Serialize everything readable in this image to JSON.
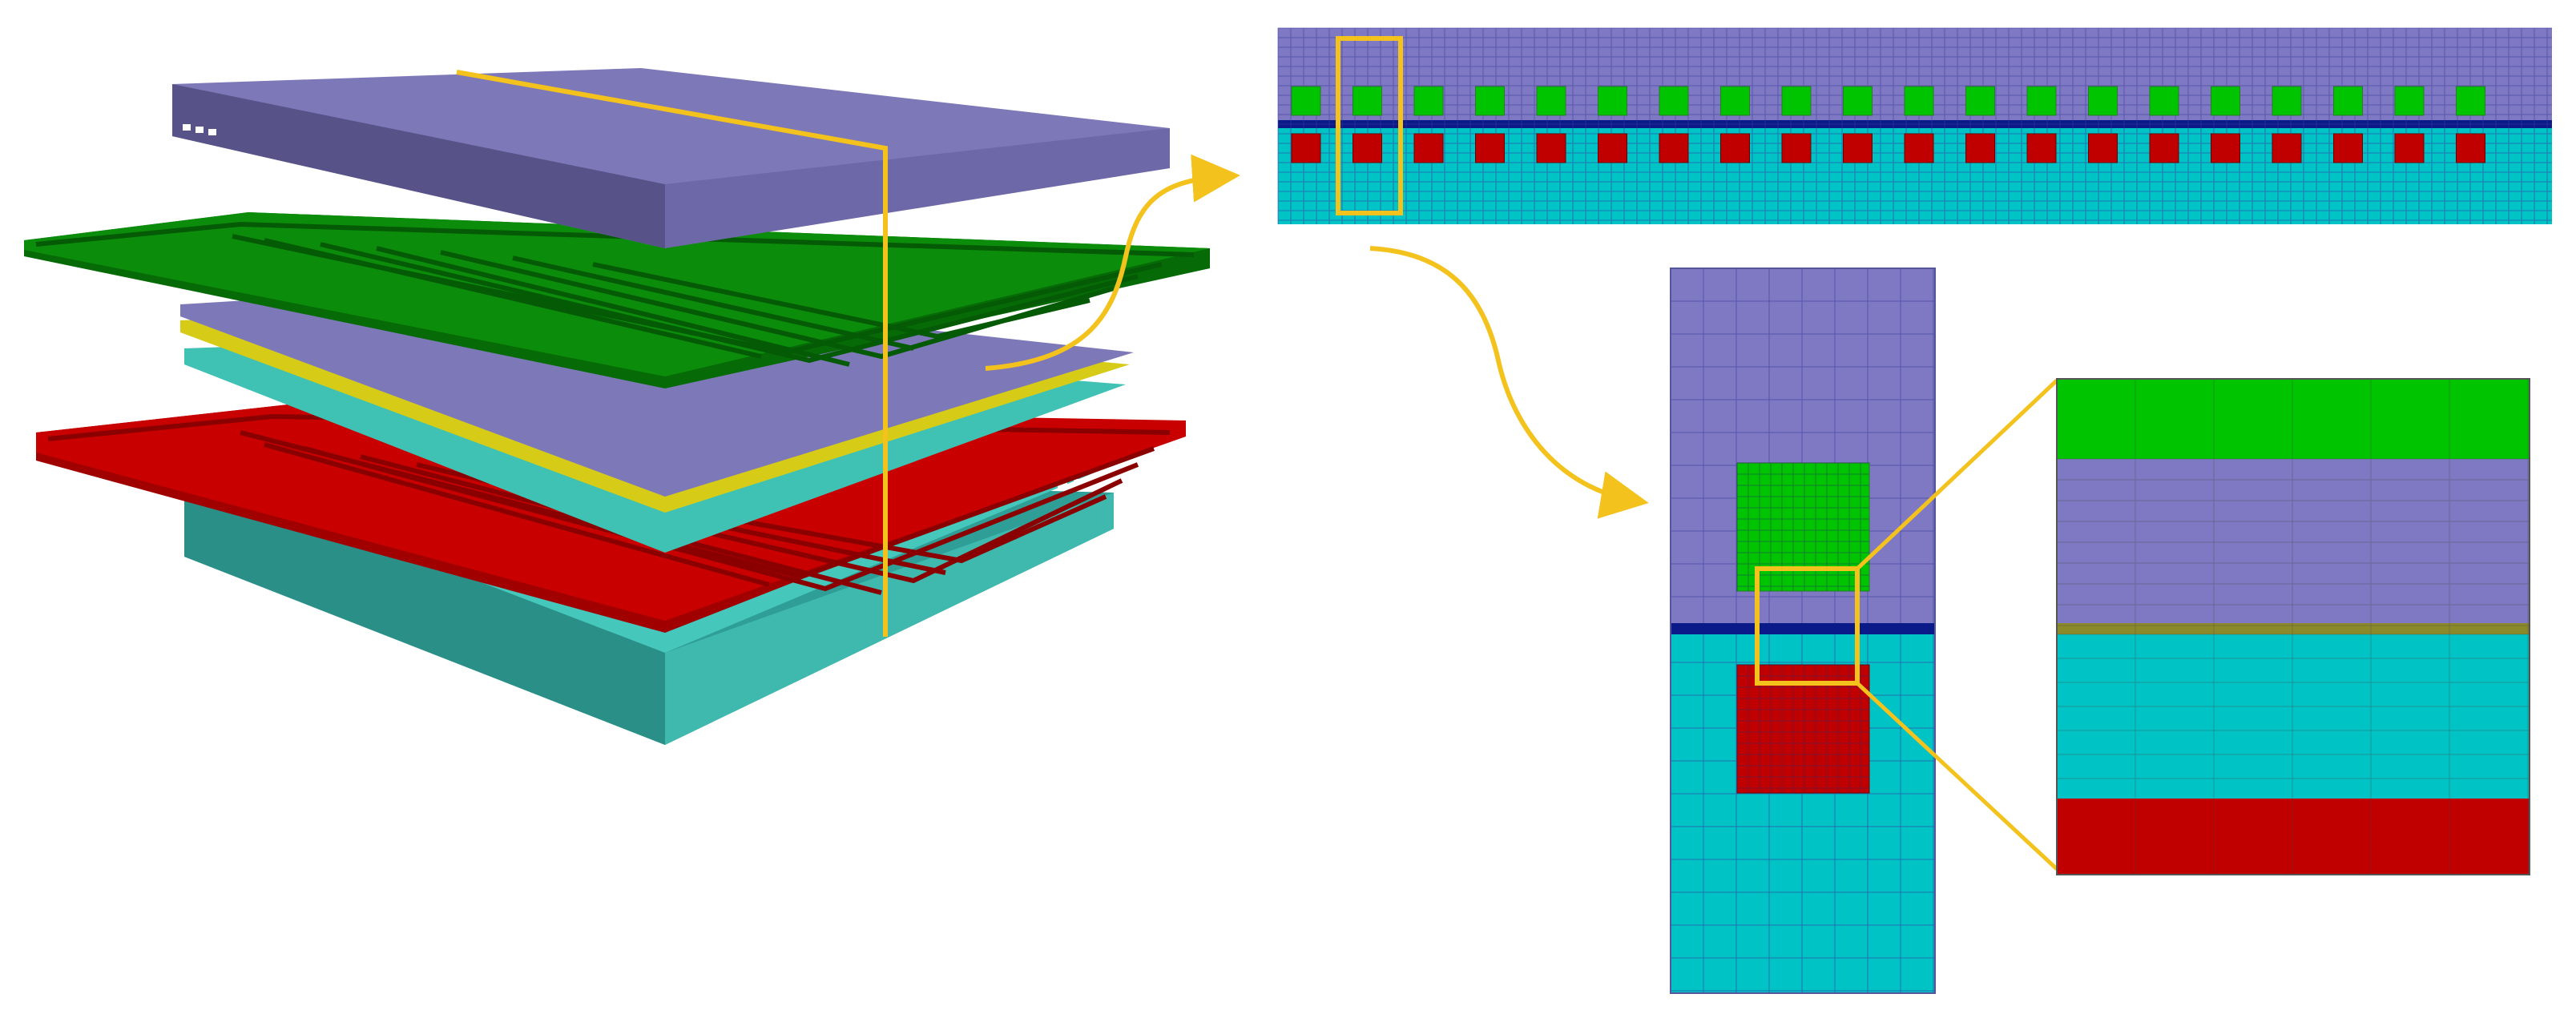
{
  "diagram": {
    "kind": "exploded-layer-stack-with-cross-section-zoom",
    "colors": {
      "top_layer": "#7d78b8",
      "channel_top": "#0b8c0b",
      "middle_layer": "#7d78b8",
      "interface": "#d6cc18",
      "middle_cyan": "#3fc2b4",
      "channel_bottom": "#c80000",
      "bottom_layer": "#3fb8ad",
      "callout": "#f3c21c",
      "mesh_purple": "#7f79c3",
      "mesh_cyan": "#00c3c6",
      "mesh_green": "#00c400",
      "mesh_red": "#c00000",
      "mesh_interface": "#0a1a88",
      "mesh_line": "#3a3aa0"
    },
    "layers": [
      {
        "name": "top-layer"
      },
      {
        "name": "green-channel-layer"
      },
      {
        "name": "purple-membrane"
      },
      {
        "name": "yellow-interface"
      },
      {
        "name": "cyan-membrane"
      },
      {
        "name": "red-channel-layer"
      },
      {
        "name": "bottom-layer"
      }
    ],
    "cross_section": {
      "channel_pairs": 20
    },
    "zoom_levels": 3
  }
}
